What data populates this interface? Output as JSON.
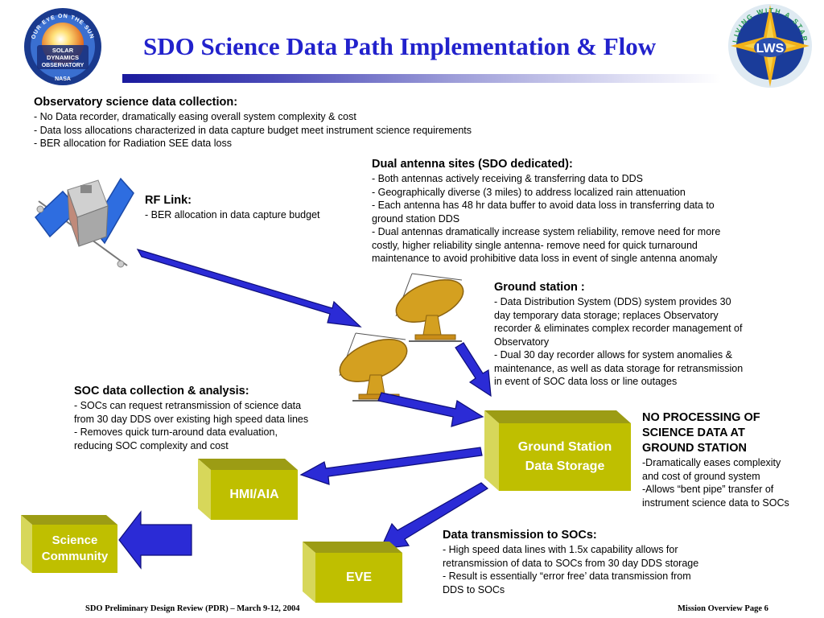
{
  "slide": {
    "title": "SDO Science Data Path Implementation & Flow",
    "logo_left": {
      "ring_text": "OUR EYE ON THE SUN",
      "line1": "SOLAR",
      "line2": "DYNAMICS",
      "line3": "OBSERVATORY",
      "bottom": "NASA"
    },
    "logo_right": {
      "ring_text": "LIVING WITH A STAR",
      "center": "LWS"
    }
  },
  "blocks": {
    "observatory": {
      "heading": "Observatory science data collection:",
      "lines": [
        "- No Data recorder, dramatically easing overall system complexity & cost",
        "- Data loss allocations characterized in data capture budget meet instrument science requirements",
        "- BER allocation for Radiation SEE data loss"
      ]
    },
    "rf_link": {
      "heading": "RF Link:",
      "lines": [
        "- BER allocation in data capture budget"
      ]
    },
    "dual_antenna": {
      "heading": "Dual antenna sites (SDO dedicated):",
      "lines": [
        "- Both antennas actively receiving & transferring data to DDS",
        "- Geographically diverse (3 miles) to address localized rain attenuation",
        "- Each antenna has 48 hr data buffer to avoid data loss in transferring data to",
        "ground station DDS",
        "- Dual antennas dramatically increase system reliability, remove need for more",
        "costly, higher reliability single antenna- remove need for quick turnaround",
        "maintenance to avoid prohibitive data loss in event of single antenna anomaly"
      ]
    },
    "ground_station": {
      "heading": "Ground station :",
      "lines": [
        "- Data Distribution System (DDS) system provides 30",
        "day temporary data storage; replaces Observatory",
        "recorder & eliminates complex recorder management of",
        "Observatory",
        "- Dual 30 day recorder allows for system anomalies &",
        "maintenance, as well as data storage for retransmission",
        "in event of SOC data loss or line outages"
      ]
    },
    "soc": {
      "heading": "SOC data collection & analysis:",
      "lines": [
        "- SOCs can request retransmission of science data",
        "from 30 day DDS over existing high speed data lines",
        "- Removes quick turn-around  data evaluation,",
        "reducing SOC complexity and cost"
      ]
    },
    "no_processing": {
      "heading_lines": [
        "NO PROCESSING OF",
        "SCIENCE DATA AT",
        "GROUND STATION"
      ],
      "lines": [
        "-Dramatically eases complexity",
        "and cost of ground system",
        "-Allows “bent pipe” transfer of",
        "instrument science data to SOCs"
      ]
    },
    "transmission": {
      "heading": "Data transmission to SOCs:",
      "lines": [
        "- High speed data lines with 1.5x capability allows for",
        "retransmission of data to SOCs from 30 day DDS storage",
        "- Result is essentially “error free’ data transmission from",
        "DDS to SOCs"
      ]
    }
  },
  "boxes": {
    "ground_storage": {
      "line1": "Ground Station",
      "line2": "Data Storage"
    },
    "hmi_aia": {
      "label": "HMI/AIA"
    },
    "eve": {
      "label": "EVE"
    },
    "science_community": {
      "line1": "Science",
      "line2": "Community"
    }
  },
  "footer": {
    "left": "SDO Preliminary Design Review (PDR) – March 9-12, 2004",
    "right": "Mission Overview Page 6"
  },
  "colors": {
    "title": "#2222cc",
    "arrow": "#2b2bd6",
    "box_front": "#bfbf00",
    "box_top": "#9c9c14",
    "box_side": "#d7d75a",
    "dish": "#d4a020"
  }
}
